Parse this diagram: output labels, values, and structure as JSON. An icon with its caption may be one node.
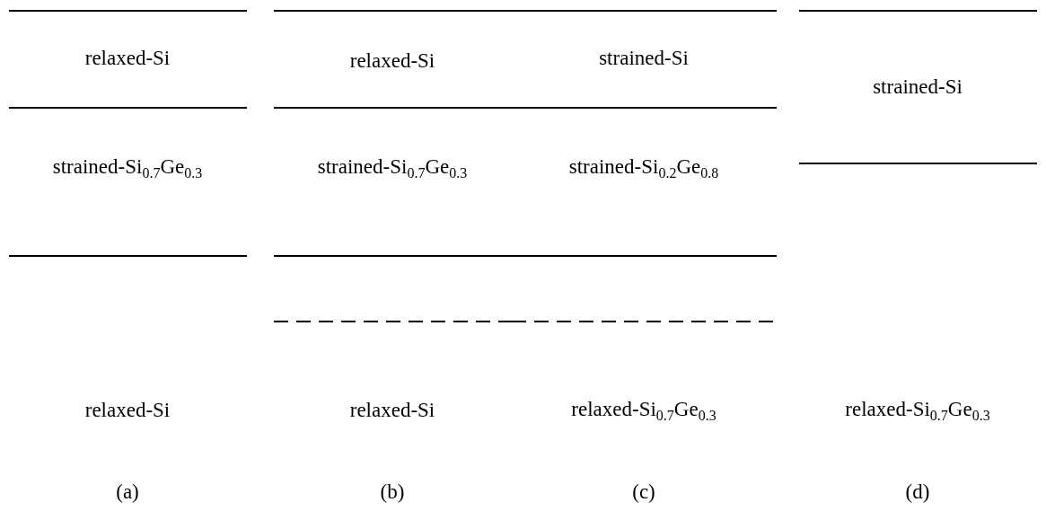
{
  "diagram": {
    "labels": [
      "relaxed-Si",
      "relaxed-Si",
      "strained-Si",
      "strained-Si",
      "strained-Si$_{0.7}$Ge$_{0.3}$",
      "strained-Si$_{0.7}$Ge$_{0.3}$",
      "strained-Si$_{0.2}$Ge$_{0.8}$",
      "relaxed-Si",
      "relaxed-Si",
      "relaxed-Si$_{0.7}$Ge$_{0.3}$",
      "relaxed-Si$_{0.7}$Ge$_{0.3}$",
      "(a)",
      "(b)",
      "(c)",
      "(d)"
    ]
  }
}
